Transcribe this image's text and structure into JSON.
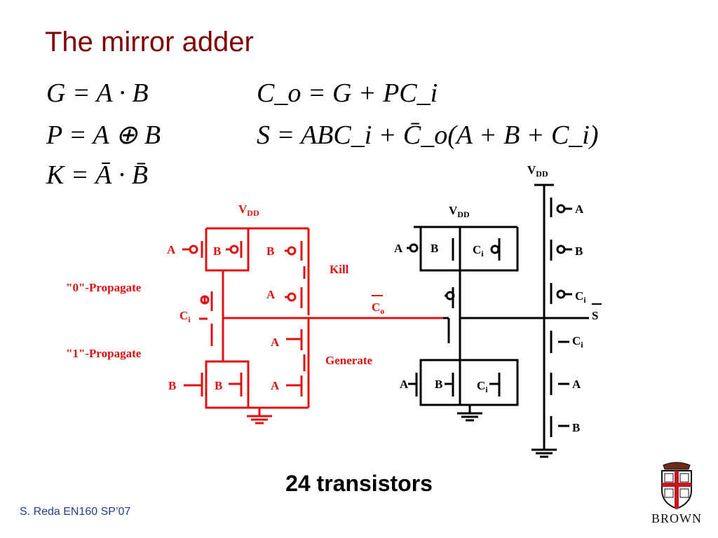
{
  "slide": {
    "title": "The mirror adder",
    "transistor_count": "24 transistors",
    "footer": "S. Reda EN160 SP’07",
    "logo_text": "BROWN"
  },
  "equations": {
    "left": [
      "G = A · B",
      "P = A ⊕ B",
      "K = Ā · B̄"
    ],
    "right": [
      "C_o = G + PC_i",
      "S = ABC_i + C̄_o(A + B + C_i)"
    ]
  },
  "circuit": {
    "colors": {
      "carry": "#e01010",
      "sum": "#000000"
    },
    "carry_stage": {
      "supply": {
        "main": "V",
        "sub": "DD"
      },
      "pmos_gates": [
        "A",
        "B",
        "B",
        "A"
      ],
      "nmos_gates": [
        "A",
        "B",
        "B",
        "A"
      ],
      "middle_gate": {
        "main": "C",
        "sub": "i"
      },
      "annotations": {
        "kill": "Kill",
        "generate": "Generate",
        "prop0": "\"0\"-Propagate",
        "prop1": "\"1\"-Propagate"
      },
      "output": {
        "main": "C",
        "sub": "o"
      }
    },
    "sum_stage_a": {
      "supply": {
        "main": "V",
        "sub": "DD"
      },
      "top_gates": [
        "A",
        "B"
      ],
      "top_ci": {
        "main": "C",
        "sub": "i"
      },
      "bottom_gates": [
        "A",
        "B"
      ],
      "bottom_ci": {
        "main": "C",
        "sub": "i"
      }
    },
    "sum_stage_b": {
      "supply": {
        "main": "V",
        "sub": "DD"
      },
      "gates_top": [
        "A",
        "B"
      ],
      "gate_top_ci": {
        "main": "C",
        "sub": "i"
      },
      "gate_bottom_ci": {
        "main": "C",
        "sub": "i"
      },
      "gates_bottom": [
        "A",
        "B"
      ],
      "output": "S"
    }
  }
}
